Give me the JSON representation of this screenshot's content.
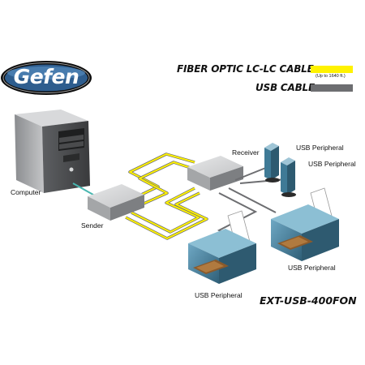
{
  "brand": {
    "name": "Gefen"
  },
  "legend": {
    "fiber": {
      "label": "FIBER OPTIC LC-LC CABLE",
      "note": "(Up to 1640 ft.)",
      "color": "#fff200"
    },
    "usb": {
      "label": "USB CABLE",
      "color": "#6d6e71"
    }
  },
  "devices": {
    "computer": "Computer",
    "sender": "Sender",
    "receiver": "Receiver",
    "peripheral_1": "USB Peripheral",
    "peripheral_2": "USB Peripheral",
    "peripheral_3": "USB Peripheral",
    "peripheral_4": "USB Peripheral"
  },
  "model": "EXT-USB-400FON",
  "colors": {
    "fiber": "#fff200",
    "usb_cable": "#6d6e71",
    "computer_link": "#48b7b0",
    "device_body": "#c9cacc",
    "peripheral": "#3f7a96"
  }
}
